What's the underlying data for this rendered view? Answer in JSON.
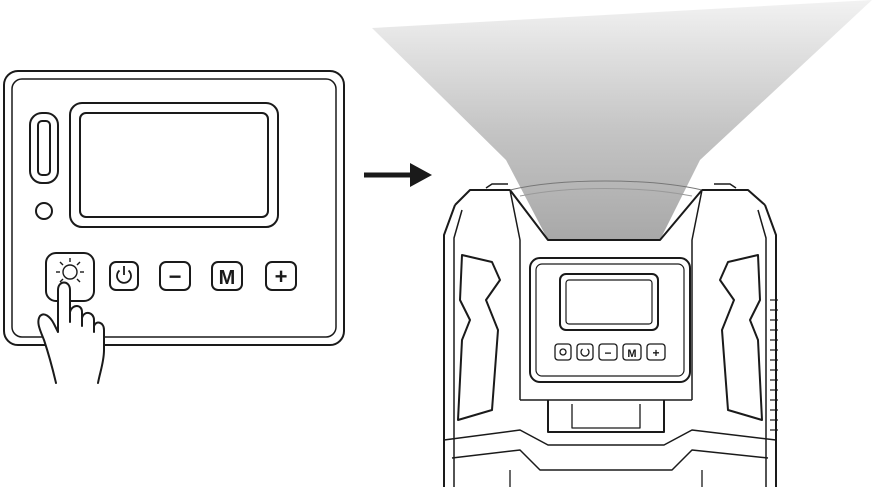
{
  "panel": {
    "buttons": [
      {
        "id": "light",
        "icon": "light-bulb-icon",
        "label": ""
      },
      {
        "id": "power",
        "icon": "power-icon",
        "label": ""
      },
      {
        "id": "minus",
        "icon": "minus-icon",
        "label": "−"
      },
      {
        "id": "mode",
        "icon": "mode-icon",
        "label": "M"
      },
      {
        "id": "plus",
        "icon": "plus-icon",
        "label": "+"
      }
    ],
    "pressed_button": "light"
  },
  "device": {
    "buttons_mini": [
      "light-bulb-icon",
      "power-icon",
      "−",
      "M",
      "+"
    ],
    "light_beam": "on"
  },
  "colors": {
    "line": "#1a1a1a",
    "beam_top": "#bfbfbf",
    "beam_bottom": "#9a9a9a"
  }
}
